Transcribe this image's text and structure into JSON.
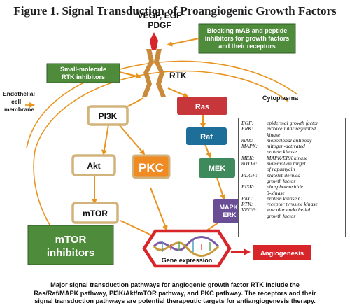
{
  "title": "Figure 1. Signal Transduction of Proangiogenic Growth Factors",
  "ligands": [
    "VEGF, EGF",
    "PDGF"
  ],
  "receptor_label": "RTK",
  "blocking_box": [
    "Blocking mAB and peptide",
    "inhibitors for growth factors",
    "and their receptors"
  ],
  "small_molecule_box": [
    "Small-molecule",
    "RTK inhibitors"
  ],
  "membrane_label": [
    "Endothelial",
    "cell",
    "membrane"
  ],
  "cytoplasma_label": "Cytoplasma",
  "nodes": {
    "pi3k": "PI3K",
    "akt": "Akt",
    "mtor": "mTOR",
    "pkc": "PKC",
    "ras": "Ras",
    "raf": "Raf",
    "mek": "MEK",
    "mapk": [
      "MAPK/",
      "ERK"
    ]
  },
  "mtor_inhibitors_box": [
    "mTOR",
    "inhibitors"
  ],
  "gene_expression": "Gene expression",
  "angiogenesis": "Angiogenesis",
  "legend": [
    {
      "abbr": "EGF:",
      "def": [
        "epidermal growth factor"
      ]
    },
    {
      "abbr": "ERK:",
      "def": [
        "extracellular regulated",
        "kinase"
      ]
    },
    {
      "abbr": "mAb:",
      "def": [
        "monoclonal antibody"
      ]
    },
    {
      "abbr": "MAPK:",
      "def": [
        "mitogen-activated",
        "protein kinase"
      ]
    },
    {
      "abbr": "MEK:",
      "def": [
        "MAPK/ERK kinase"
      ]
    },
    {
      "abbr": "mTOR:",
      "def": [
        "mammalian target",
        "of rapamycin"
      ]
    },
    {
      "abbr": "PDGF:",
      "def": [
        "platelet-derived",
        "growth factor"
      ]
    },
    {
      "abbr": "PI3K:",
      "def": [
        "phosphoinositide",
        "3-kinase"
      ]
    },
    {
      "abbr": "PKC:",
      "def": [
        "protein kinase C"
      ]
    },
    {
      "abbr": "RTK:",
      "def": [
        "receptor tyrosine kinase"
      ]
    },
    {
      "abbr": "VEGF:",
      "def": [
        "vascular endothelial",
        "growth factor"
      ]
    }
  ],
  "caption": "Major signal transduction pathways for angiogenic growth factor RTK include the Ras/Raf/MAPK pathway, PI3K/Akt/mTOR pathway, and PKC pathway. The receptors and their signal transduction pathways are potential therapeutic targets for antiangiogenesis therapy.",
  "colors": {
    "arrow": "#e8941e",
    "membrane": "#e8941e",
    "tan_border": "#d2b37c",
    "inhibitor_green": "#4e8b3a",
    "ras_red": "#c7363a",
    "raf_blue": "#1d6f99",
    "mek_green": "#3f8a5c",
    "mapk_purple": "#6a4e95",
    "pkc_orange": "#f08a22",
    "receptor": "#c98a3c",
    "gene_hexagon": "#d8252a",
    "angiogenesis_red": "#d8252a"
  }
}
